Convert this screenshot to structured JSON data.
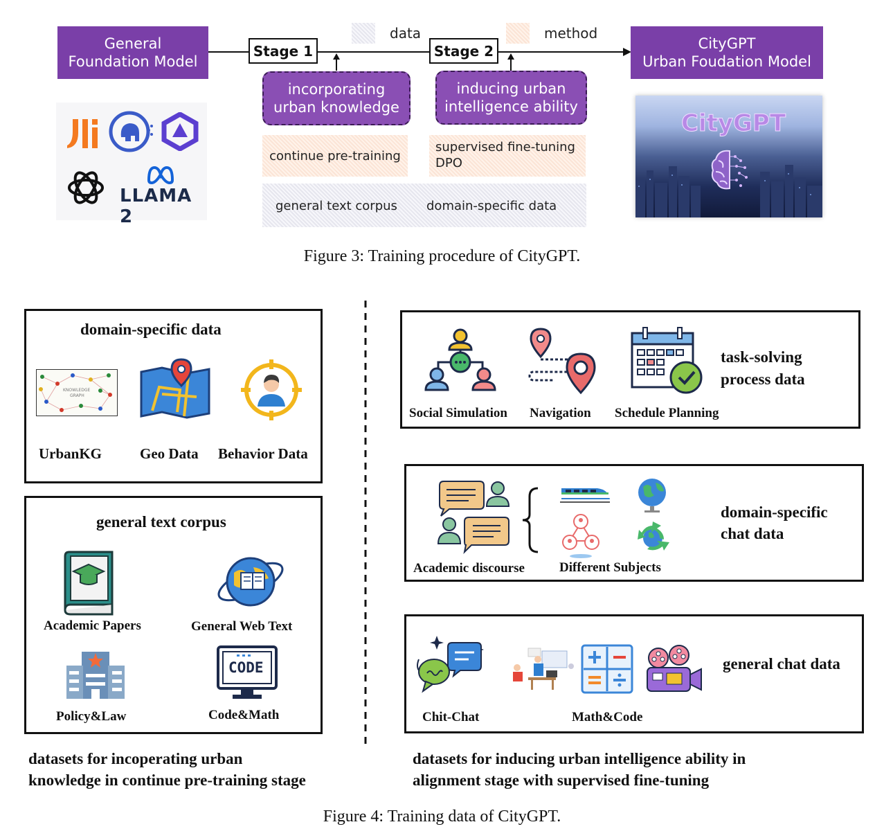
{
  "figure3": {
    "left_box": {
      "line1": "General",
      "line2": "Foundation Model"
    },
    "right_box": {
      "line1": "CityGPT",
      "line2": "Urban Foudation Model"
    },
    "stage1": "Stage 1",
    "stage2": "Stage 2",
    "legend_data": "data",
    "legend_method": "method",
    "method1": {
      "line1": "incorporating",
      "line2": "urban knowledge"
    },
    "method2": {
      "line1": "inducing urban",
      "line2": "intelligence ability"
    },
    "train1": "continue pre-training",
    "train2": {
      "line1": "supervised fine-tuning",
      "line2": "DPO"
    },
    "data1": "general text corpus",
    "data2": "domain-specific data",
    "llama_label": "LLAMA 2",
    "citygpt_image_text": "CityGPT",
    "caption": "Figure 3: Training procedure of CityGPT."
  },
  "figure4": {
    "domain_panel": {
      "title": "domain-specific data",
      "items": [
        "UrbanKG",
        "Geo Data",
        "Behavior Data"
      ],
      "kg_text": {
        "line1": "KNOWLEDGE",
        "line2": "GRAPH"
      }
    },
    "general_panel": {
      "title": "general text corpus",
      "items": [
        "Academic Papers",
        "General Web Text",
        "Policy&Law",
        "Code&Math"
      ],
      "code_icon_text": "CODE"
    },
    "task_panel": {
      "title_line1": "task-solving",
      "title_line2": "process data",
      "items": [
        "Social Simulation",
        "Navigation",
        "Schedule Planning"
      ]
    },
    "chat_panel": {
      "title_line1": "domain-specific",
      "title_line2": "chat data",
      "items": [
        "Academic discourse",
        "Different Subjects"
      ]
    },
    "general_chat_panel": {
      "title": "general chat data",
      "items": [
        "Chit-Chat",
        "Math&Code"
      ]
    },
    "left_footer": {
      "line1": "datasets for incoperating urban",
      "line2": "knowledge in continue pre-training stage"
    },
    "right_footer": {
      "line1": "datasets for inducing urban intelligence ability in",
      "line2": "alignment stage with supervised fine-tuning"
    },
    "caption": "Figure 4: Training data of CityGPT."
  },
  "colors": {
    "purple": "#7a3fa8",
    "purple_light": "#8a4fb4",
    "orange_hatch": "#fbe4d6",
    "gray_hatch": "#e6e6ee"
  }
}
